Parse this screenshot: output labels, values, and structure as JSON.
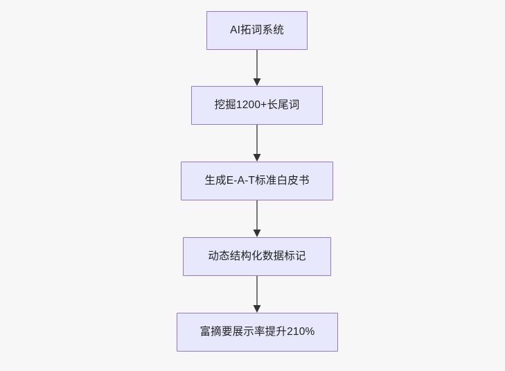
{
  "diagram": {
    "type": "flowchart",
    "direction": "top-to-bottom",
    "background_color": "#f7f7f7",
    "node_fill_color": "#e8e8fd",
    "node_border_color": "#9575d0",
    "node_text_color": "#222222",
    "connector_color": "#767676",
    "arrowhead_color": "#333333",
    "nodes": [
      {
        "id": "node-1",
        "label": "AI拓词系统"
      },
      {
        "id": "node-2",
        "label": "挖掘1200+长尾词"
      },
      {
        "id": "node-3",
        "label": "生成E-A-T标准白皮书"
      },
      {
        "id": "node-4",
        "label": "动态结构化数据标记"
      },
      {
        "id": "node-5",
        "label": "富摘要展示率提升210%"
      }
    ],
    "edges": [
      {
        "id": "edge-1",
        "from": "node-1",
        "to": "node-2",
        "label": ""
      },
      {
        "id": "edge-2",
        "from": "node-2",
        "to": "node-3",
        "label": ""
      },
      {
        "id": "edge-3",
        "from": "node-3",
        "to": "node-4",
        "label": ""
      },
      {
        "id": "edge-4",
        "from": "node-4",
        "to": "node-5",
        "label": ""
      }
    ]
  }
}
